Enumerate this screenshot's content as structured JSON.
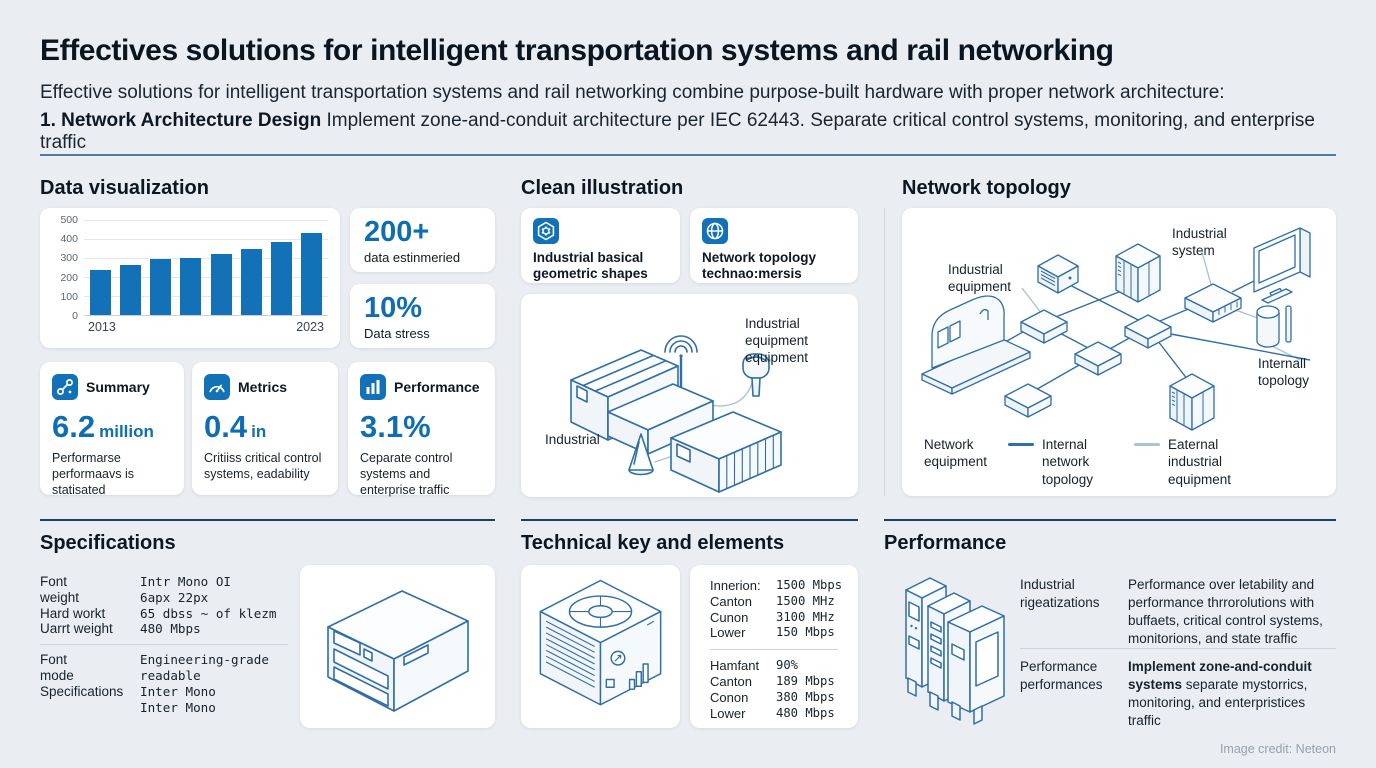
{
  "header": {
    "title": "Effectives solutions for intelligent transportation systems and rail networking",
    "subtitle": "Effective solutions for intelligent transportation systems and rail networking combine purpose-built hardware with proper network architecture:",
    "step_bold": "1. Network Architecture Design",
    "step_text": "Implement zone-and-conduit architecture per IEC 62443. Separate critical control systems, monitoring, and enterprise traffic"
  },
  "sections": {
    "data_viz": "Data visualization",
    "clean": "Clean illustration",
    "topology": "Network topology",
    "specs": "Specifications",
    "technical": "Technical key and elements",
    "performance": "Performance"
  },
  "chart_data": {
    "type": "bar",
    "values": [
      235,
      265,
      295,
      300,
      320,
      350,
      385,
      430
    ],
    "first_label": "2013",
    "last_label": "2023",
    "yticks": [
      0,
      100,
      200,
      300,
      400,
      500
    ],
    "ylim": [
      0,
      500
    ],
    "bar_color": "#1371b8",
    "grid": true
  },
  "stat_cards": [
    {
      "value": "200+",
      "caption": "data estinmeried"
    },
    {
      "value": "10%",
      "caption": "Data stress"
    }
  ],
  "metric_cards": [
    {
      "icon": "link-nodes-icon",
      "label": "Summary",
      "value": "6.2",
      "unit": "million",
      "desc": "Performarse performaavs is statisated"
    },
    {
      "icon": "gauge-icon",
      "label": "Metrics",
      "value": "0.4",
      "unit": "in",
      "desc": "Critiiss critical control systems, eadability"
    },
    {
      "icon": "bar-chart-icon",
      "label": "Performance",
      "value": "3.1%",
      "unit": "",
      "desc": "Ceparate control systems and enterprise traffic"
    }
  ],
  "clean_cards": [
    {
      "icon": "hexagon-gear-icon",
      "label": "Industrial basical geometric shapes"
    },
    {
      "icon": "globe-icon",
      "label": "Network topology technao:mersis"
    }
  ],
  "machine_labels": {
    "top_right": "Industrial equipment equipment",
    "bottom_left": "Industrial"
  },
  "topology": {
    "label_left": "Industrial equipment",
    "label_top": "Industrial system",
    "label_right": "Internall topology",
    "legend": [
      {
        "swatch": "none",
        "label": "Network equipment"
      },
      {
        "swatch": "dark",
        "label": "Internal network topology"
      },
      {
        "swatch": "light",
        "label": "Eaternal industrial equipment"
      }
    ],
    "line_dark": "#2f6ea6",
    "line_light": "#a9c3d6"
  },
  "specs": {
    "group1": [
      {
        "label": "Font",
        "value": "Intr Mono OI"
      },
      {
        "label": "weight",
        "value": "6apx 22px"
      },
      {
        "label": "Hard workt",
        "value": "65 dbss ~ of klezm"
      },
      {
        "label": "Uarrt weight",
        "value": "480 Mbps"
      }
    ],
    "group2": [
      {
        "label": "Font",
        "value": "Engineering-grade"
      },
      {
        "label": "mode",
        "value": "readable"
      },
      {
        "label": "Specifications",
        "value": "Inter Mono"
      },
      {
        "label": "",
        "value": "Inter Mono"
      }
    ]
  },
  "technical": {
    "group1": [
      {
        "label": "Innerion:",
        "value": "1500 Mbps"
      },
      {
        "label": "Canton",
        "value": "1500 MHz"
      },
      {
        "label": "Cunon",
        "value": "3100 MHz"
      },
      {
        "label": "Lower",
        "value": "150 Mbps"
      }
    ],
    "group2": [
      {
        "label": "Hamfant",
        "value": "90%"
      },
      {
        "label": "Canton",
        "value": "189 Mbps"
      },
      {
        "label": "Conon",
        "value": "380 Mbps"
      },
      {
        "label": "Lower",
        "value": "480 Mbps"
      }
    ]
  },
  "performance": {
    "rows": [
      {
        "label": "Industrial rigeatizations",
        "lead": "",
        "text": "Performance over letability and performance thrrorolutions with buffaets, critical control systems, monitorions, and state traffic"
      },
      {
        "label": "Performance performances",
        "lead": "Implement zone-and-conduit systems",
        "text": " separate mystorrics, monitoring, and enterpristices traffic"
      }
    ]
  },
  "credit": "Image credit: Neteon",
  "colors": {
    "accent": "#1371b8",
    "navy": "#0c1722",
    "header_rule": "#4d7e99",
    "section_rule": "#1d4059"
  }
}
